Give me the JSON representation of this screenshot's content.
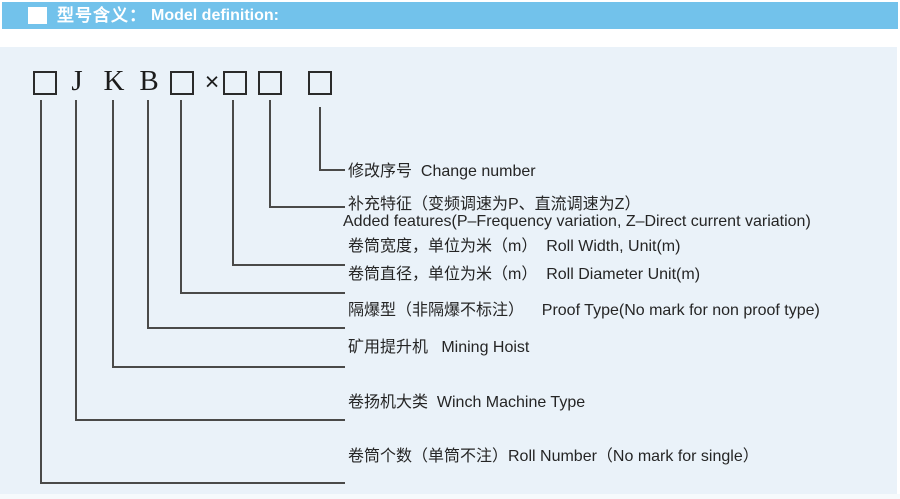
{
  "header": {
    "icon": "white-square-icon",
    "title_zh": "型号含义：",
    "title_en": "Model definition:",
    "bar_color": "#72c2eb"
  },
  "model_code": {
    "sequence": [
      "box",
      "J",
      "K",
      "B",
      "box",
      "×",
      "box",
      "box",
      "box"
    ],
    "letter_1": "J",
    "letter_2": "K",
    "letter_3": "B",
    "separator": "×"
  },
  "labels": {
    "change_number": "修改序号  Change number",
    "added_features_zh": "补充特征（变频调速为P、直流调速为Z）",
    "added_features_en": "Added features(P–Frequency variation, Z–Direct current variation)",
    "roll_width": "卷筒宽度，单位为米（m）  Roll Width, Unit(m)",
    "roll_diameter": "卷筒直径，单位为米（m）  Roll Diameter Unit(m)",
    "proof_type": "隔爆型（非隔爆不标注）    Proof Type(No mark for non proof type)",
    "mining_hoist": "矿用提升机   Mining Hoist",
    "winch_type": "卷扬机大类  Winch Machine Type",
    "roll_number": "卷筒个数（单筒不注）Roll Number（No mark for single）"
  },
  "colors": {
    "header_bar": "#72c2eb",
    "header_text": "#ffffff",
    "panel_background": "#eaf2f9",
    "connector_line": "#4a4a49",
    "text": "#252525",
    "code_outline": "#2b2b2b"
  }
}
